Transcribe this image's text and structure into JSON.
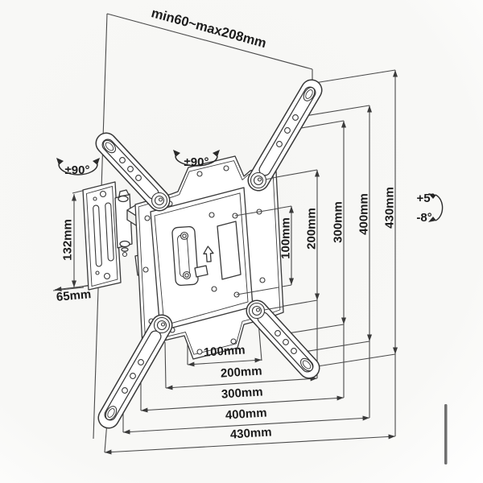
{
  "diagram": {
    "type": "tv-wall-mount-dimension-drawing",
    "labels": {
      "extension_range": "min60~max208mm",
      "swivel_left": "±90°",
      "swivel_center": "±90°",
      "tilt_up": "+5°",
      "tilt_down": "-8°",
      "wall_plate_height": "132mm",
      "wall_plate_width": "65mm"
    },
    "vesa_vertical": [
      "100mm",
      "200mm",
      "300mm",
      "400mm",
      "430mm"
    ],
    "vesa_horizontal": [
      "100mm",
      "200mm",
      "300mm",
      "400mm",
      "430mm"
    ],
    "colors": {
      "line": "#383838",
      "dimension_line": "#4a4a4a",
      "text": "#1c1c1c",
      "background": "#f7f7f5",
      "side_bar": "#6f6f6f"
    }
  }
}
